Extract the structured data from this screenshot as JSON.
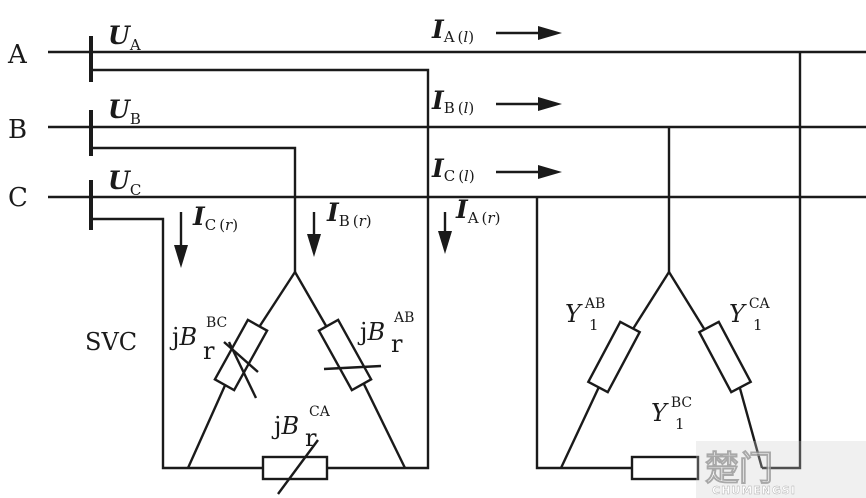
{
  "buses": {
    "a": {
      "label": "A"
    },
    "b": {
      "label": "B"
    },
    "c": {
      "label": "C"
    }
  },
  "voltages": {
    "a": {
      "main": "U",
      "sub": "A"
    },
    "b": {
      "main": "U",
      "sub": "B"
    },
    "c": {
      "main": "U",
      "sub": "C"
    }
  },
  "line_currents": {
    "a": {
      "main": "I",
      "sub": "A",
      "idx": "l"
    },
    "b": {
      "main": "I",
      "sub": "B",
      "idx": "l"
    },
    "c": {
      "main": "I",
      "sub": "C",
      "idx": "l"
    }
  },
  "svc_currents": {
    "c": {
      "main": "I",
      "sub": "C",
      "idx": "r"
    },
    "b": {
      "main": "I",
      "sub": "B",
      "idx": "r"
    },
    "a": {
      "main": "I",
      "sub": "A",
      "idx": "r"
    }
  },
  "svc": {
    "label": "SVC",
    "bc": {
      "pre": "j",
      "main": "B",
      "r": "r",
      "sup": "BC"
    },
    "ab": {
      "pre": "j",
      "main": "B",
      "r": "r",
      "sup": "AB"
    },
    "ca": {
      "pre": "j",
      "main": "B",
      "r": "r",
      "sup": "CA"
    }
  },
  "load": {
    "ab": {
      "main": "Y",
      "sub": "1",
      "sup": "AB"
    },
    "ca": {
      "main": "Y",
      "sub": "1",
      "sup": "CA"
    },
    "bc": {
      "main": "Y",
      "sub": "1",
      "sup": "BC"
    }
  },
  "watermark": {
    "logo": "楚门",
    "text": "CHUMENGSI"
  }
}
